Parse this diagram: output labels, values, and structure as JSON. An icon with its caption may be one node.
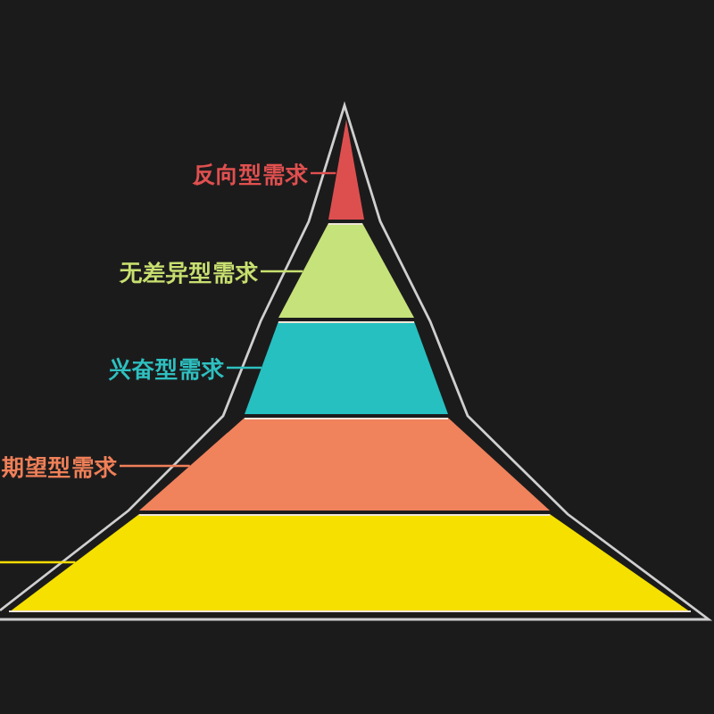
{
  "diagram": {
    "nodes": [
      {
        "text": [
          "反向型需求"
        ]
      },
      {
        "text": [],
        "shape": "triangle"
      },
      {
        "text": [
          "无差异型需求"
        ]
      },
      {
        "text": [],
        "shape": "trapezoid"
      },
      {
        "text": [
          "兴奋型需求"
        ]
      },
      {
        "text": [],
        "shape": "trapezoid"
      },
      {
        "text": [
          "期望型需求"
        ]
      },
      {
        "text": [],
        "shape": "trapezoid"
      },
      {
        "text": [],
        "shape": "trapezoid"
      }
    ],
    "edges": [
      {
        "from": 0,
        "to": 1,
        "arrow": "none",
        "color": "#e0504f"
      },
      {
        "from": 2,
        "to": 3,
        "arrow": "none",
        "color": "#c8e070"
      },
      {
        "from": 4,
        "to": 5,
        "arrow": "none",
        "color": "#2ec0c0"
      },
      {
        "from": 6,
        "to": 7,
        "arrow": "none",
        "color": "#f08058"
      },
      {
        "from": null,
        "to": 8,
        "arrow": "none",
        "color": "#f2dc00"
      }
    ]
  }
}
